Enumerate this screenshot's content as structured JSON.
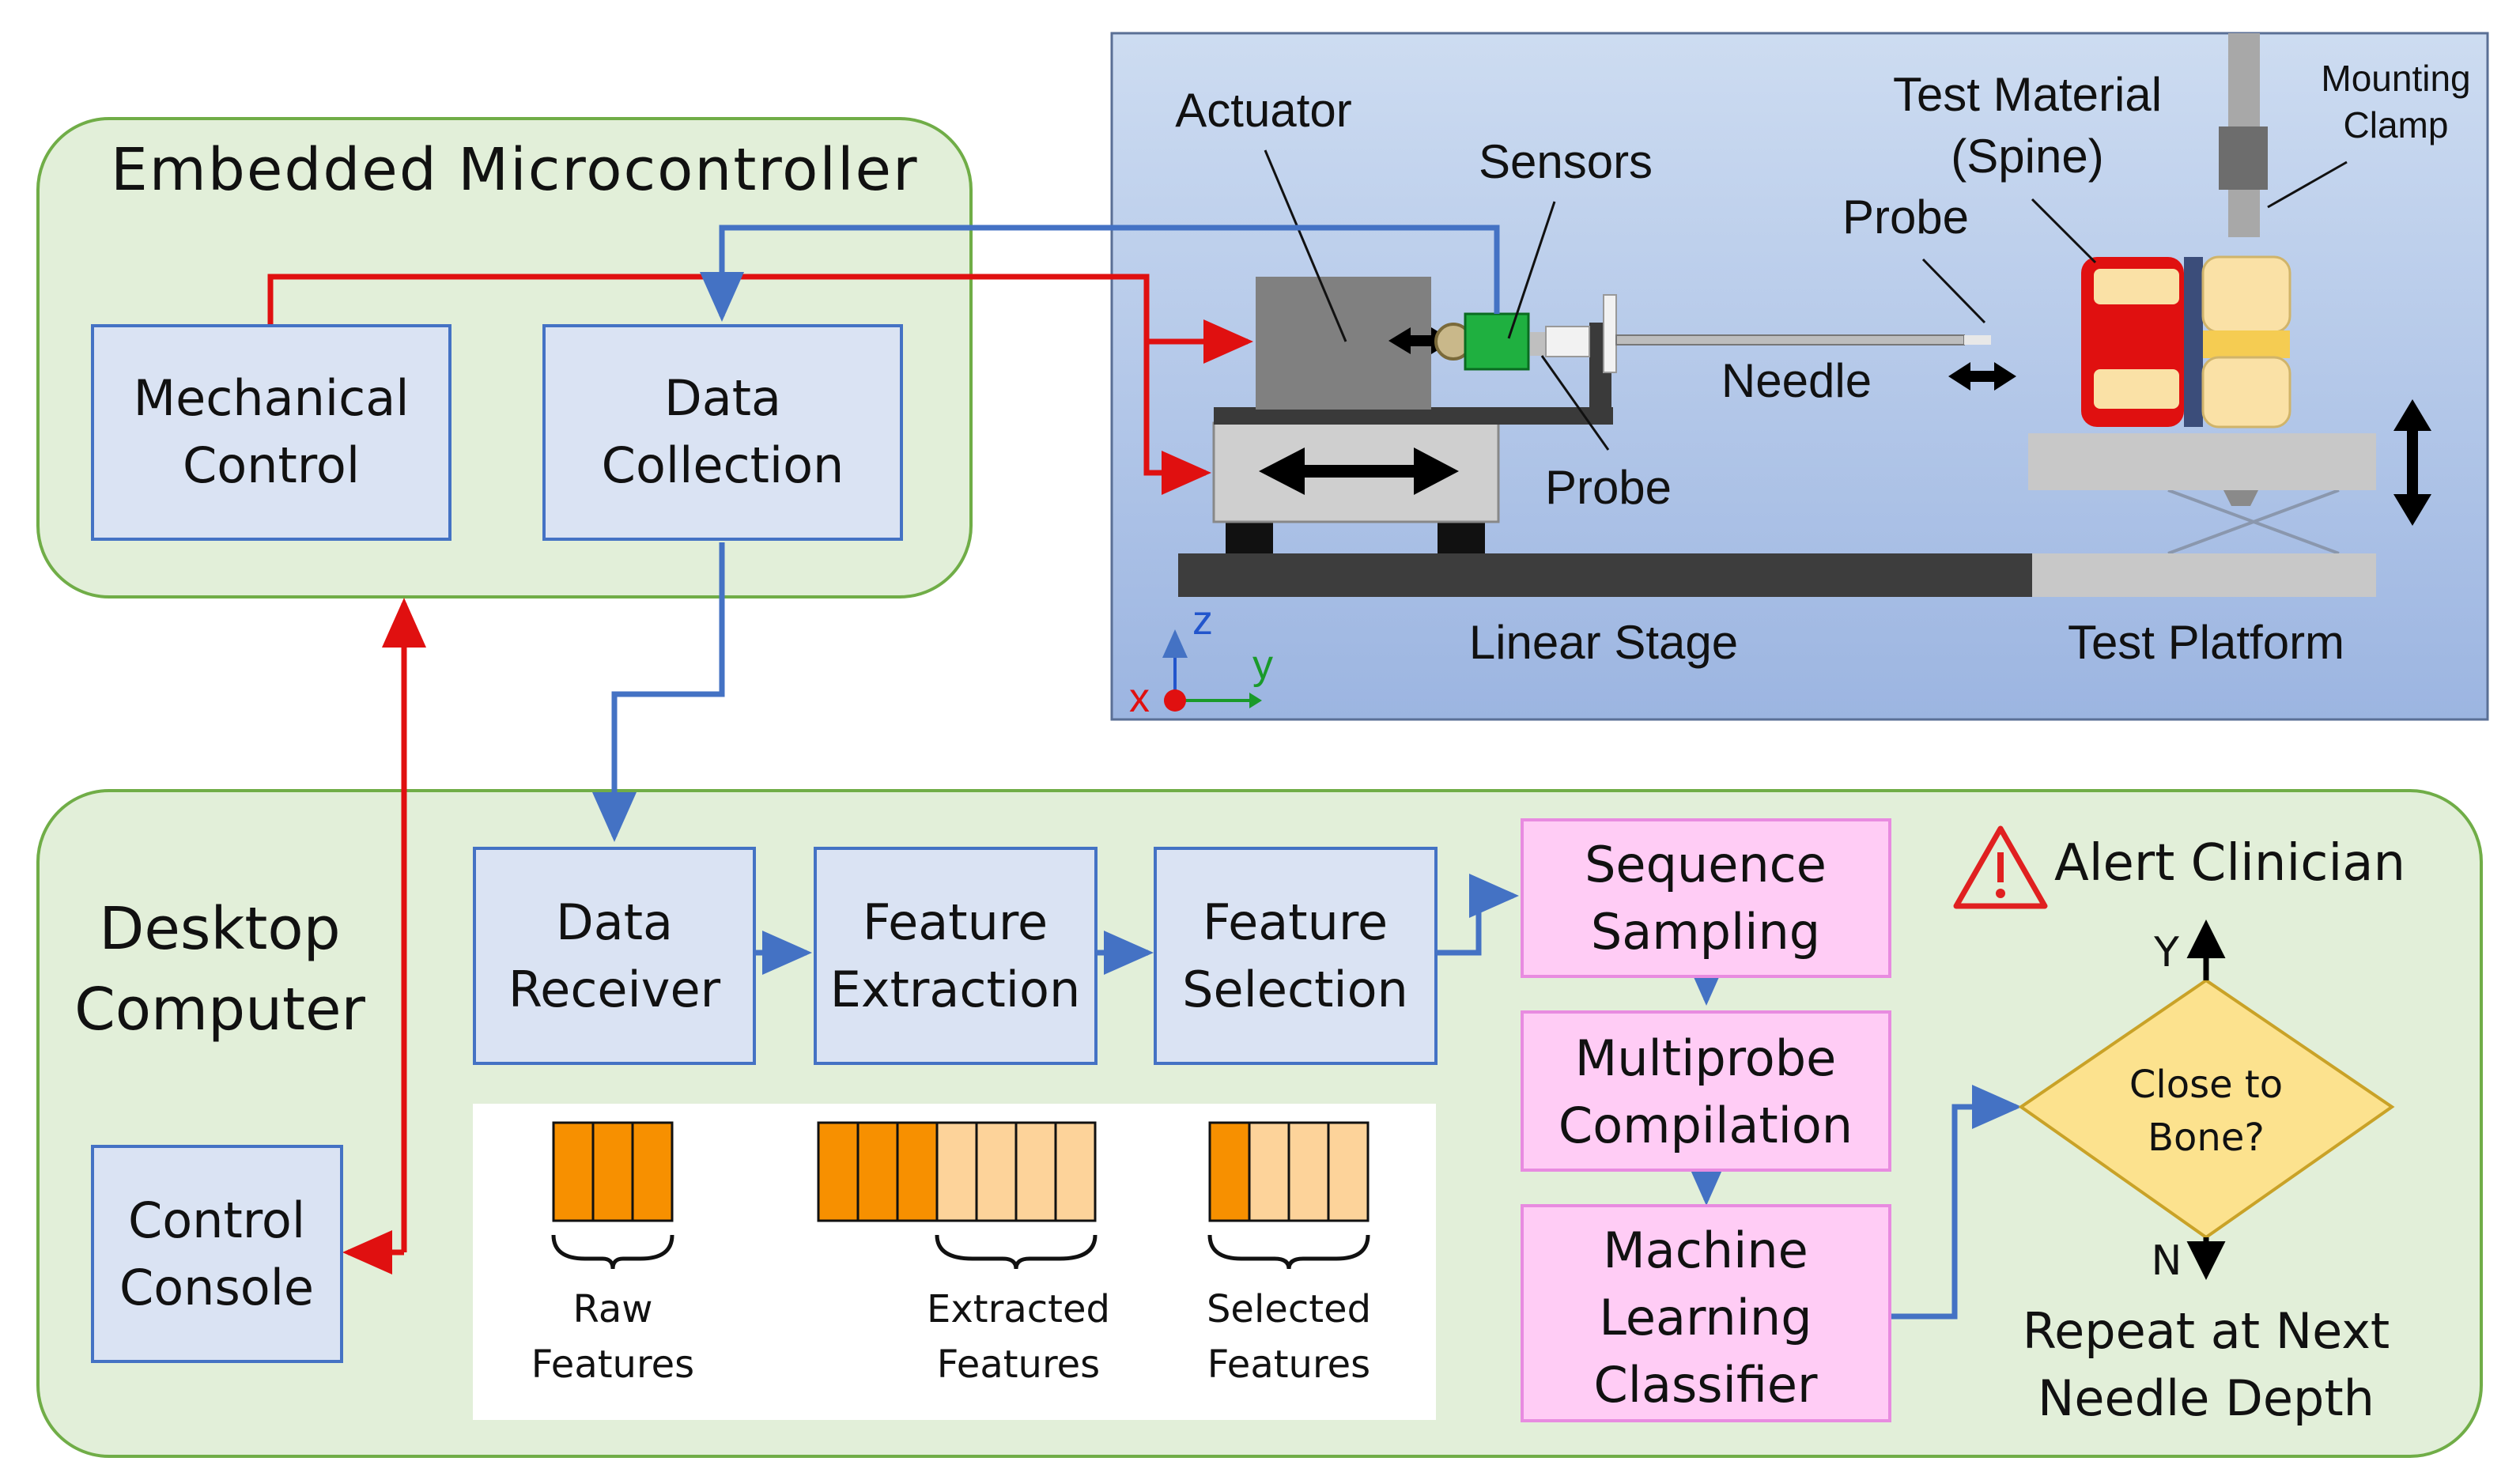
{
  "microcontroller": {
    "title": "Embedded Microcontroller",
    "mechanical_control": [
      "Mechanical",
      "Control"
    ],
    "data_collection": [
      "Data",
      "Collection"
    ]
  },
  "desktop": {
    "title": [
      "Desktop",
      "Computer"
    ],
    "control_console": [
      "Control",
      "Console"
    ],
    "data_receiver": [
      "Data",
      "Receiver"
    ],
    "feature_extraction": [
      "Feature",
      "Extraction"
    ],
    "feature_selection": [
      "Feature",
      "Selection"
    ],
    "sequence_sampling": [
      "Sequence",
      "Sampling"
    ],
    "multiprobe_compilation": [
      "Multiprobe",
      "Compilation"
    ],
    "ml_classifier": [
      "Machine",
      "Learning",
      "Classifier"
    ],
    "decision": [
      "Close to",
      "Bone?"
    ],
    "yes_label": "Y",
    "no_label": "N",
    "alert": "Alert Clinician",
    "repeat": [
      "Repeat at Next",
      "Needle Depth"
    ],
    "features_legend": {
      "raw": [
        "Raw",
        "Features"
      ],
      "extracted": [
        "Extracted",
        "Features"
      ],
      "selected": [
        "Selected",
        "Features"
      ]
    }
  },
  "apparatus": {
    "actuator": "Actuator",
    "sensors": "Sensors",
    "test_material": [
      "Test Material",
      "(Spine)"
    ],
    "mounting_clamp": [
      "Mounting",
      "Clamp"
    ],
    "probe_top": "Probe",
    "probe_bottom": "Probe",
    "needle": "Needle",
    "linear_stage": "Linear Stage",
    "test_platform": "Test Platform",
    "axis_z": "z",
    "axis_y": "y",
    "axis_x": "x"
  },
  "colors": {
    "panel_green_fill": "#e2efd9",
    "panel_green_stroke": "#70ad47",
    "box_blue_fill": "#dae3f3",
    "box_blue_stroke": "#4472c4",
    "box_pink_fill": "#ffccf5",
    "box_pink_stroke": "#e88be0",
    "wire_red": "#e01010",
    "wire_blue": "#4472c4",
    "feature_dark": "#f79000",
    "feature_light": "#fdd39a",
    "decision_fill": "#fce28e",
    "decision_stroke": "#c9a227",
    "alert_red": "#e02020"
  }
}
